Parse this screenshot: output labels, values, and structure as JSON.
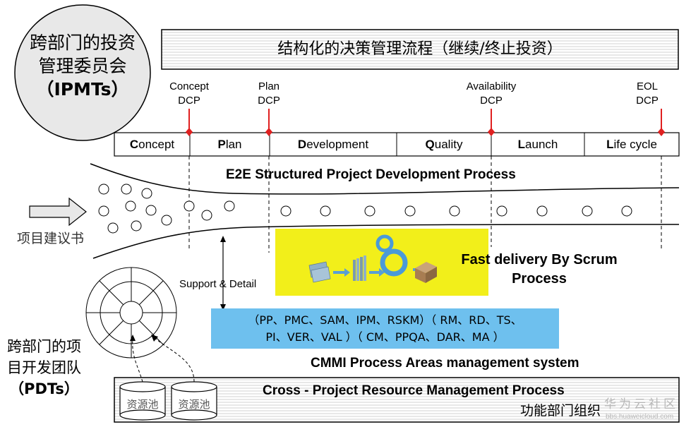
{
  "ipmt": {
    "line1": "跨部门的投资",
    "line2": "管理委员会",
    "line3": "（IPMTs）"
  },
  "decision_banner": "结构化的决策管理流程（继续/终止投资）",
  "dcp_labels": [
    {
      "top": "Concept",
      "bottom": "DCP"
    },
    {
      "top": "Plan",
      "bottom": "DCP"
    },
    {
      "top": "Availability",
      "bottom": "DCP"
    },
    {
      "top": "EOL",
      "bottom": "DCP"
    }
  ],
  "phases": [
    {
      "initial": "C",
      "rest": "oncept"
    },
    {
      "initial": "P",
      "rest": "lan"
    },
    {
      "initial": "D",
      "rest": "evelopment"
    },
    {
      "initial": "Q",
      "rest": "uality"
    },
    {
      "initial": "L",
      "rest": "aunch"
    },
    {
      "initial": "L",
      "rest": "ife cycle"
    }
  ],
  "e2e_title": "E2E Structured Project Development Process",
  "input_label": "项目建议书",
  "support_label": "Support & Detail",
  "scrum": {
    "line1": "Fast delivery By Scrum",
    "line2": "Process"
  },
  "cmmi": {
    "line1": "（PP、PMC、SAM、IPM、RSKM）（ RM、RD、TS、",
    "line2": "PI、VER、VAL ）（ CM、PPQA、DAR、MA ）",
    "caption": "CMMI Process Areas management system"
  },
  "pdt": {
    "line1": "跨部门的项",
    "line2": "目开发团队",
    "line3": "（PDTs）"
  },
  "resource": {
    "title": "Cross - Project Resource Management Process",
    "dept": "功能部门组织",
    "pool_labels": [
      "资源池",
      "资源池"
    ]
  },
  "watermark": {
    "main": "华为云社区",
    "url": "bbs.huaweicloud.com"
  },
  "colors": {
    "dcp_marker": "#e02020",
    "scrum_bg": "#f2ef1a",
    "cmmi_bg": "#6ec0ee",
    "banner_border": "#000000"
  }
}
